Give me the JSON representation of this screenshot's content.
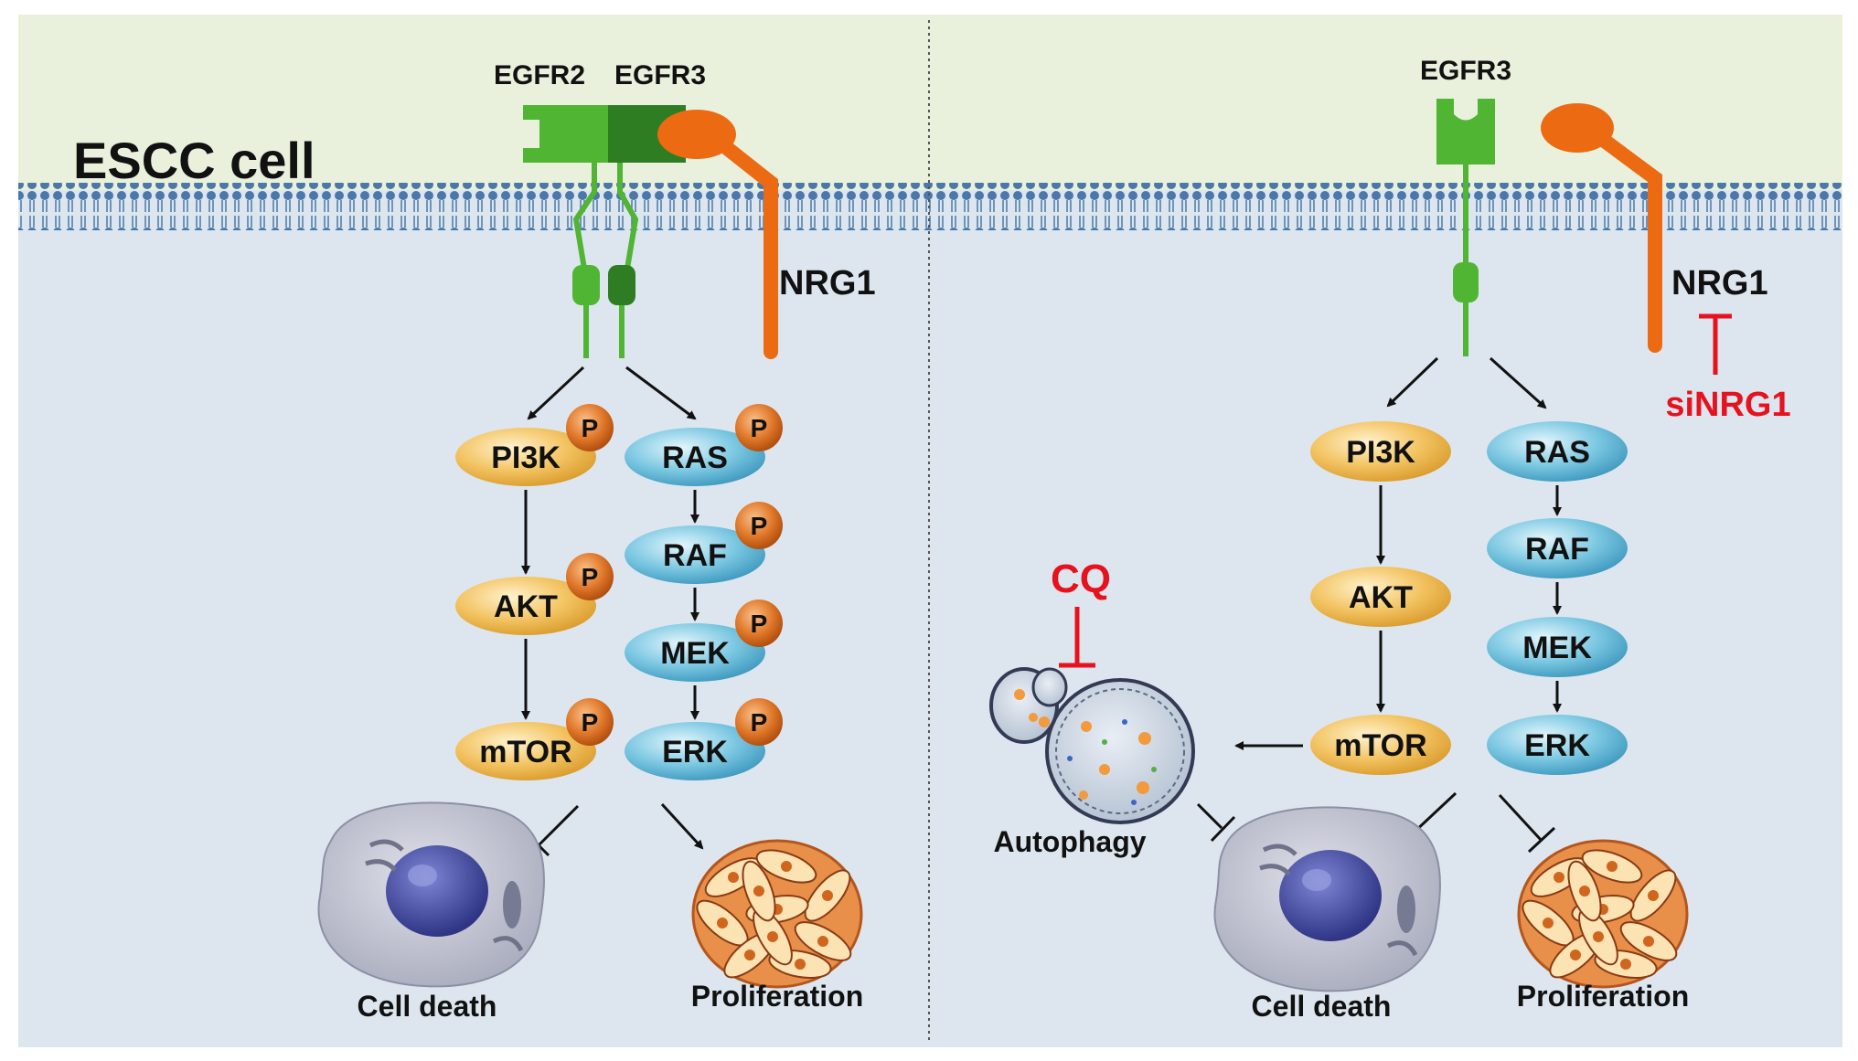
{
  "cell_label": "ESCC cell",
  "colors": {
    "extracellular": "#e9f1dd",
    "cytoplasm": "#dde6ef",
    "membrane": "#4a78a8",
    "receptor_light": "#4fb533",
    "receptor_dark": "#2f7d22",
    "ligand": "#ec6a12",
    "inhibitor": "#e6121e",
    "pi3k_pathway": "#f0c05a",
    "ras_pathway": "#5fb8d6",
    "phospho": "#d9661f"
  },
  "left_panel": {
    "receptor_labels": [
      "EGFR2",
      "EGFR3"
    ],
    "ligand_label": "NRG1",
    "pi3k_nodes": [
      "PI3K",
      "AKT",
      "mTOR"
    ],
    "ras_nodes": [
      "RAS",
      "RAF",
      "MEK",
      "ERK"
    ],
    "phospho_label": "P",
    "outcomes": [
      "Cell death",
      "Proliferation"
    ]
  },
  "right_panel": {
    "receptor_label": "EGFR3",
    "ligand_label": "NRG1",
    "inhibitor_label": "siNRG1",
    "pi3k_nodes": [
      "PI3K",
      "AKT",
      "mTOR"
    ],
    "ras_nodes": [
      "RAS",
      "RAF",
      "MEK",
      "ERK"
    ],
    "autophagy_label": "Autophagy",
    "autophagy_inhibitor": "CQ",
    "outcomes": [
      "Cell death",
      "Proliferation"
    ]
  }
}
